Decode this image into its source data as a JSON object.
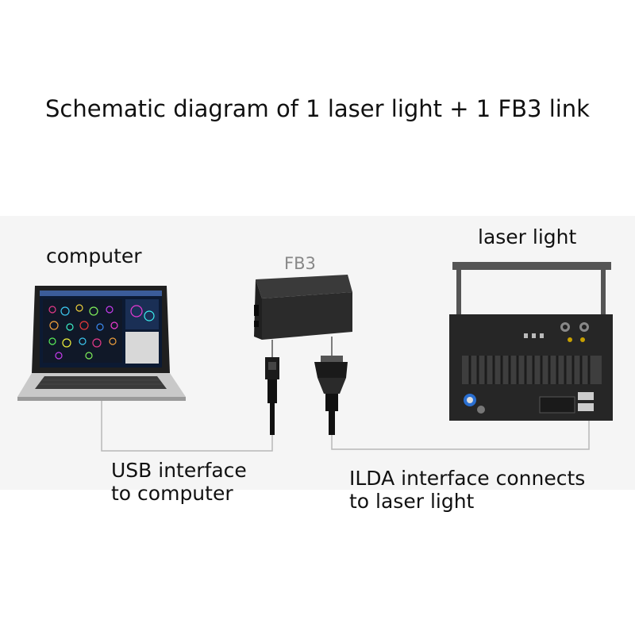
{
  "title": "Schematic diagram of 1 laser light + 1 FB3 link",
  "labels": {
    "computer": "computer",
    "fb3": "FB3",
    "laser": "laser light",
    "usb_line1": "USB interface",
    "usb_line2": "to computer",
    "ilda_line1": "ILDA interface connects",
    "ilda_line2": "to laser light"
  },
  "colors": {
    "device_dark": "#2b2b2b",
    "cable": "#1a1a1a",
    "wire": "#b8b8b8",
    "screen_bg": "#0c1a33",
    "laptop_body": "#c9c9c9"
  },
  "icons": [
    "laptop-icon",
    "fb3-box-icon",
    "usb-plug-icon",
    "ilda-connector-icon",
    "laser-light-icon"
  ]
}
